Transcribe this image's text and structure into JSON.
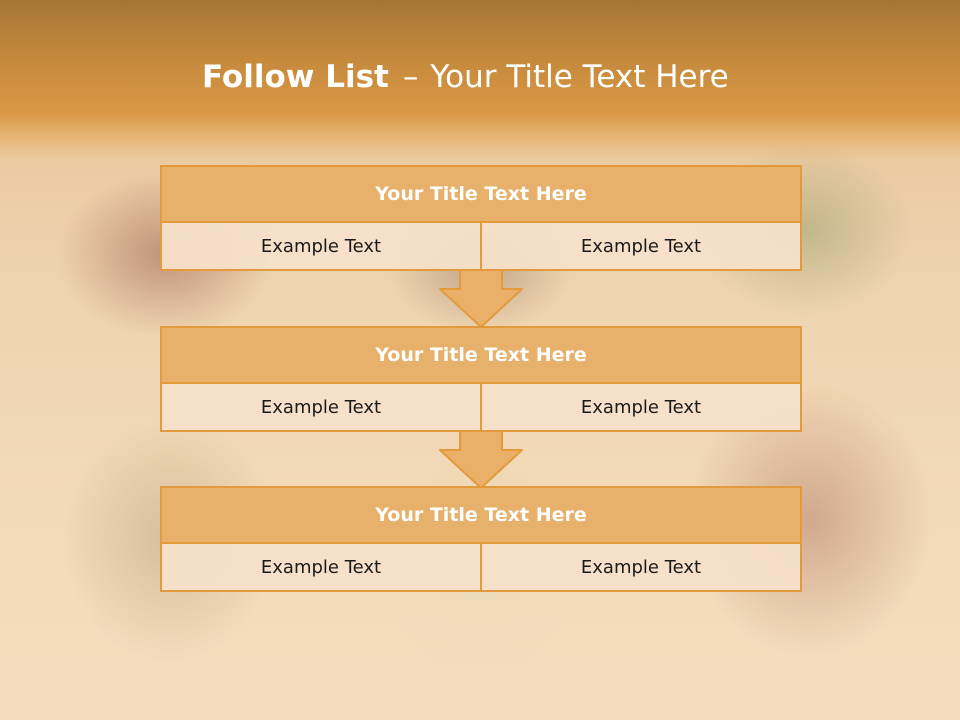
{
  "slide": {
    "title_bold": "Follow List",
    "title_separator": "–",
    "title_rest": "Your Title Text Here"
  },
  "flow": {
    "boxes": [
      {
        "title": "Your Title Text Here",
        "left_text": "Example Text",
        "right_text": "Example Text"
      },
      {
        "title": "Your Title Text Here",
        "left_text": "Example Text",
        "right_text": "Example Text"
      },
      {
        "title": "Your Title Text Here",
        "left_text": "Example Text",
        "right_text": "Example Text"
      }
    ],
    "arrow_icon": "down-arrow-icon"
  },
  "colors": {
    "header_band": "#d89743",
    "box_border": "#e39a3b",
    "box_header_fill": "#e7b06b",
    "box_cell_fill": "#f6e0cb",
    "title_text": "#ffffff",
    "cell_text": "#1a1a1a"
  }
}
